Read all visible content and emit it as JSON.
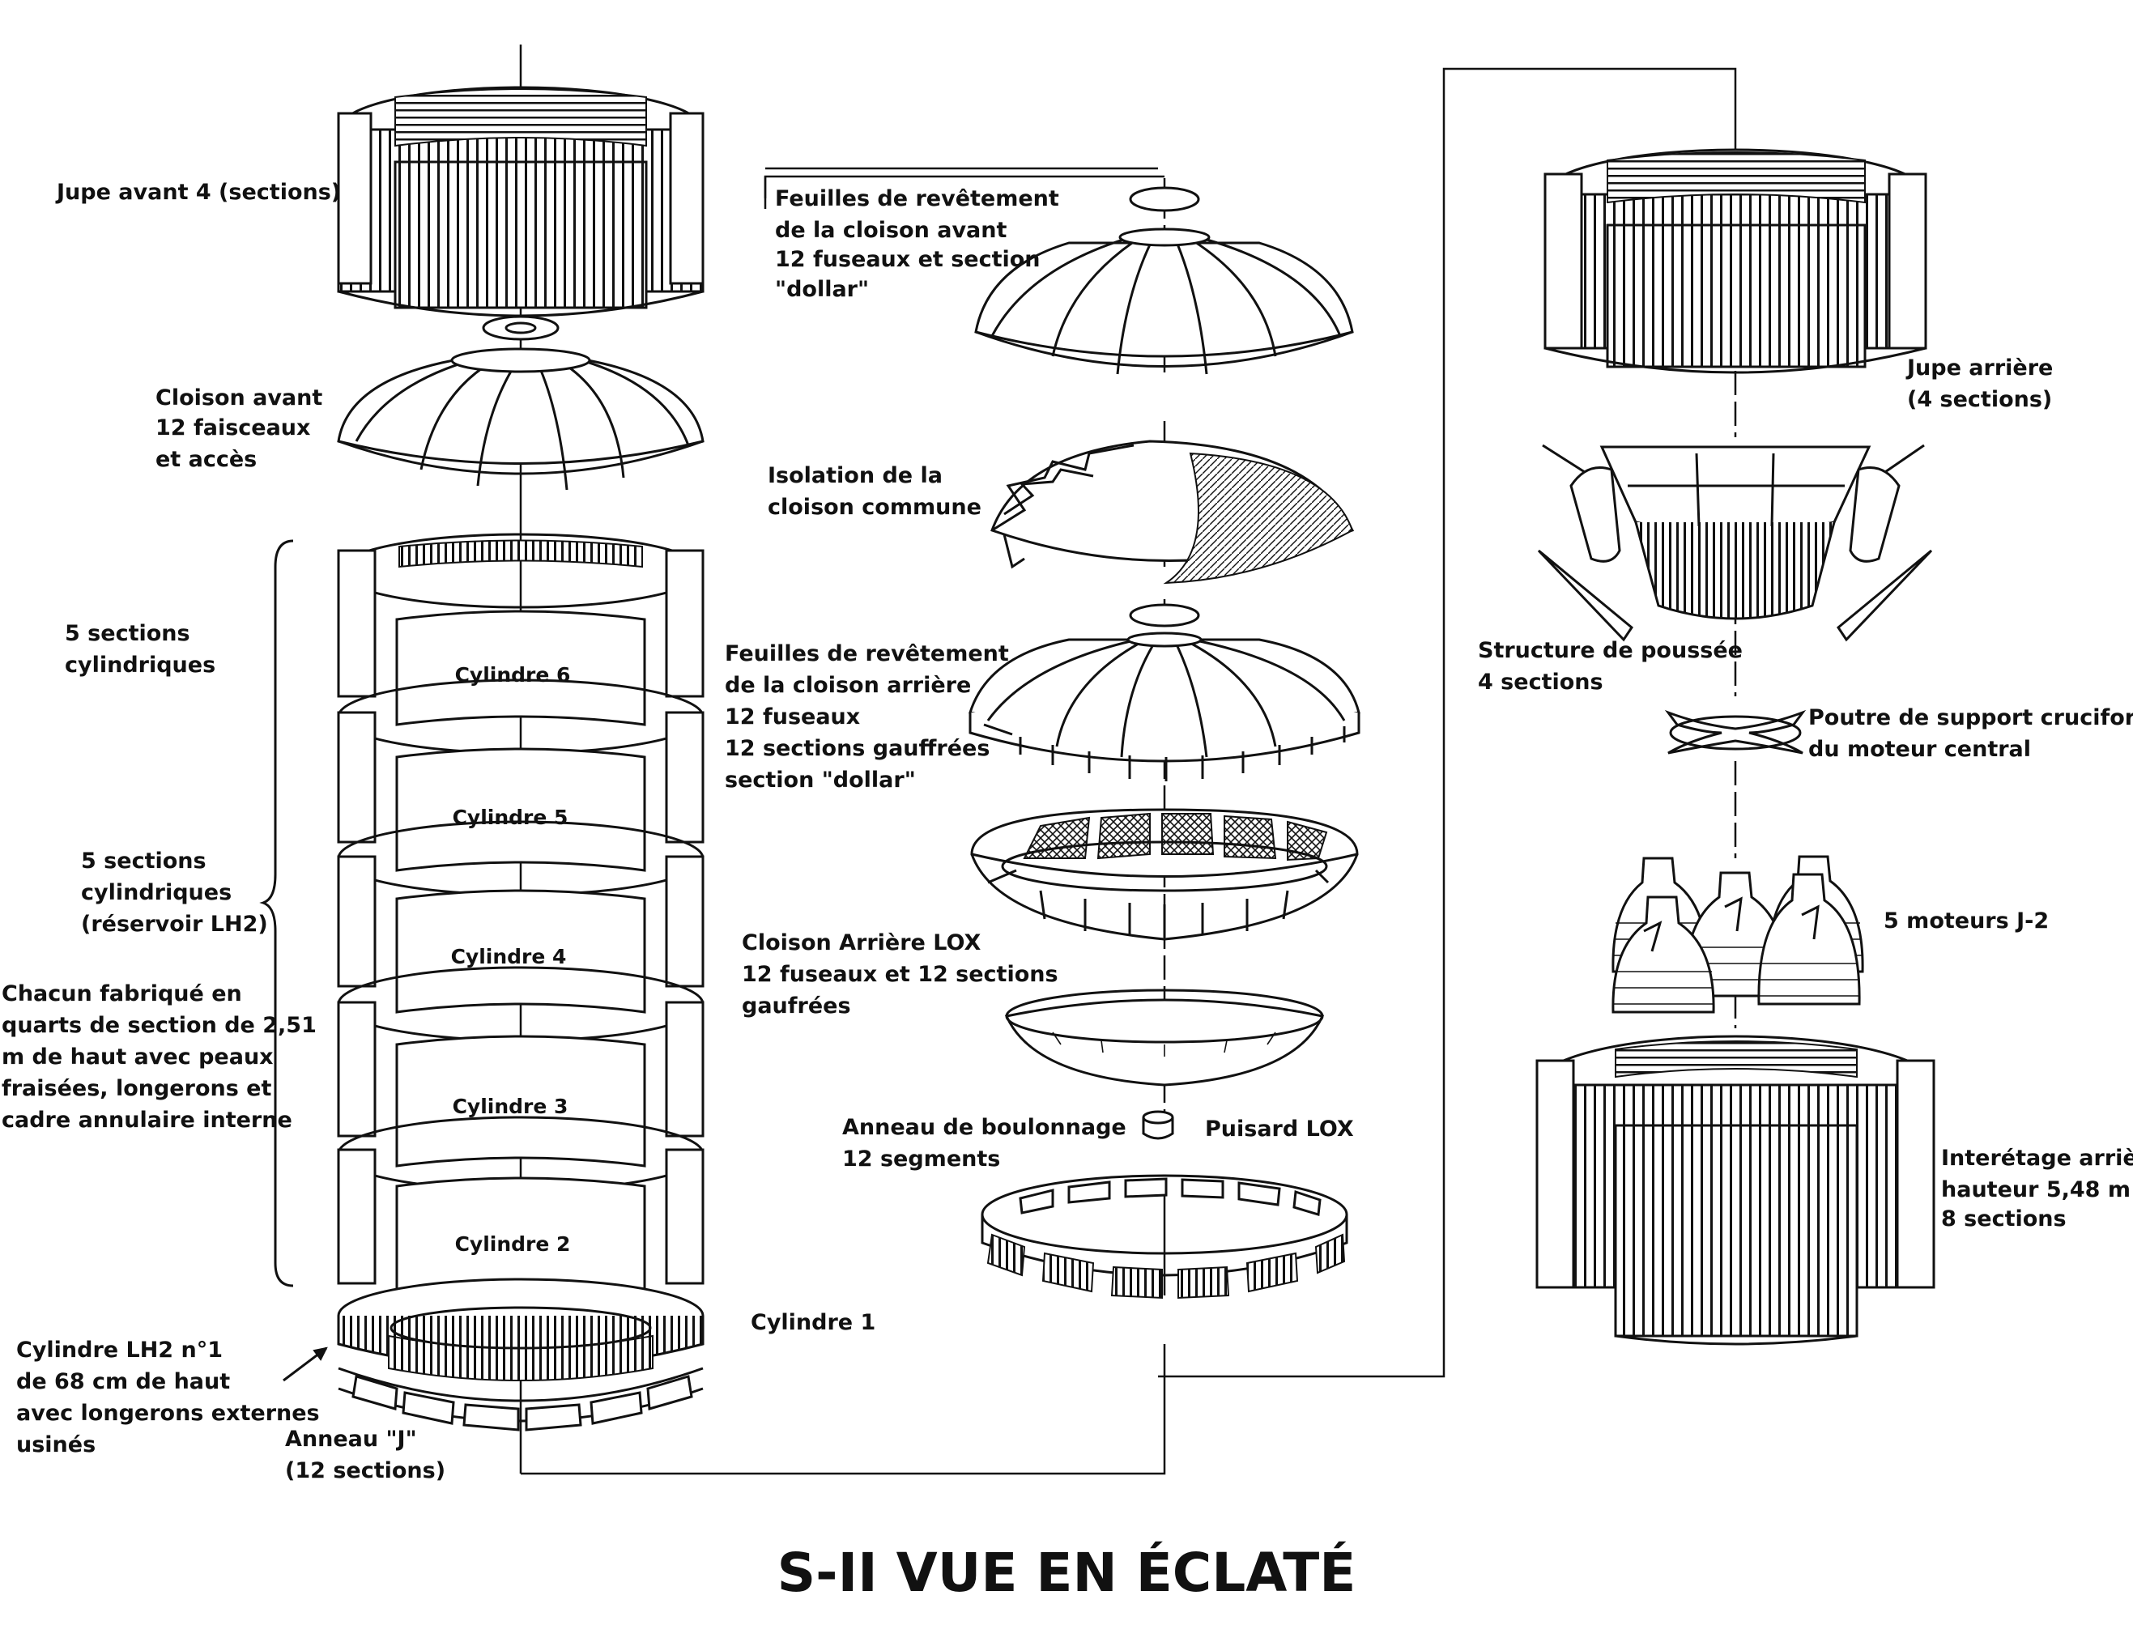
{
  "title": "S-II VUE EN ÉCLATÉ",
  "left_column": {
    "jupe_avant": [
      "Jupe avant 4 (sections)"
    ],
    "cloison_avant": [
      "Cloison avant",
      "12 faisceaux",
      "et accès"
    ],
    "sections_1": [
      "5 sections",
      "cylindriques"
    ],
    "sections_2": [
      "5 sections",
      "cylindriques",
      "(réservoir LH2)"
    ],
    "chacun": [
      "Chacun fabriqué en",
      "quarts de section de 2,51",
      "m  de haut avec peaux",
      "fraisées, longerons et",
      "cadre annulaire interne"
    ],
    "cylindre_lh2": [
      "Cylindre LH2 n°1",
      "de 68 cm de haut",
      "avec longerons externes",
      "usinés"
    ],
    "anneau_j": [
      "Anneau \"J\"",
      "(12 sections)"
    ],
    "cylindre_1": [
      "Cylindre 1"
    ]
  },
  "cylinders": [
    "Cylindre 6",
    "Cylindre 5",
    "Cylindre 4",
    "Cylindre 3",
    "Cylindre 2"
  ],
  "middle_column": {
    "feuilles_avant": [
      "Feuilles de revêtement",
      "de la cloison avant",
      "12 fuseaux et section",
      "\"dollar\""
    ],
    "isolation": [
      "Isolation de la",
      "cloison commune"
    ],
    "feuilles_arriere": [
      "Feuilles de revêtement",
      "de la cloison arrière",
      "12 fuseaux",
      "12 sections gauffrées",
      "section \"dollar\""
    ],
    "cloison_lox": [
      "Cloison Arrière LOX",
      "12 fuseaux et 12 sections",
      "gaufrées"
    ],
    "anneau_boulonnage": [
      "Anneau de boulonnage",
      "12 segments"
    ],
    "puisard": [
      "Puisard LOX"
    ]
  },
  "right_column": {
    "jupe_arriere": [
      "Jupe arrière",
      "(4 sections)"
    ],
    "structure_poussee": [
      "Structure de poussée",
      "4 sections"
    ],
    "poutre": [
      "Poutre de support cruciforme",
      "du moteur central"
    ],
    "moteurs": [
      "5 moteurs J-2"
    ],
    "interetage": [
      "Interétage arrière",
      "hauteur 5,48 m",
      "8 sections"
    ]
  }
}
